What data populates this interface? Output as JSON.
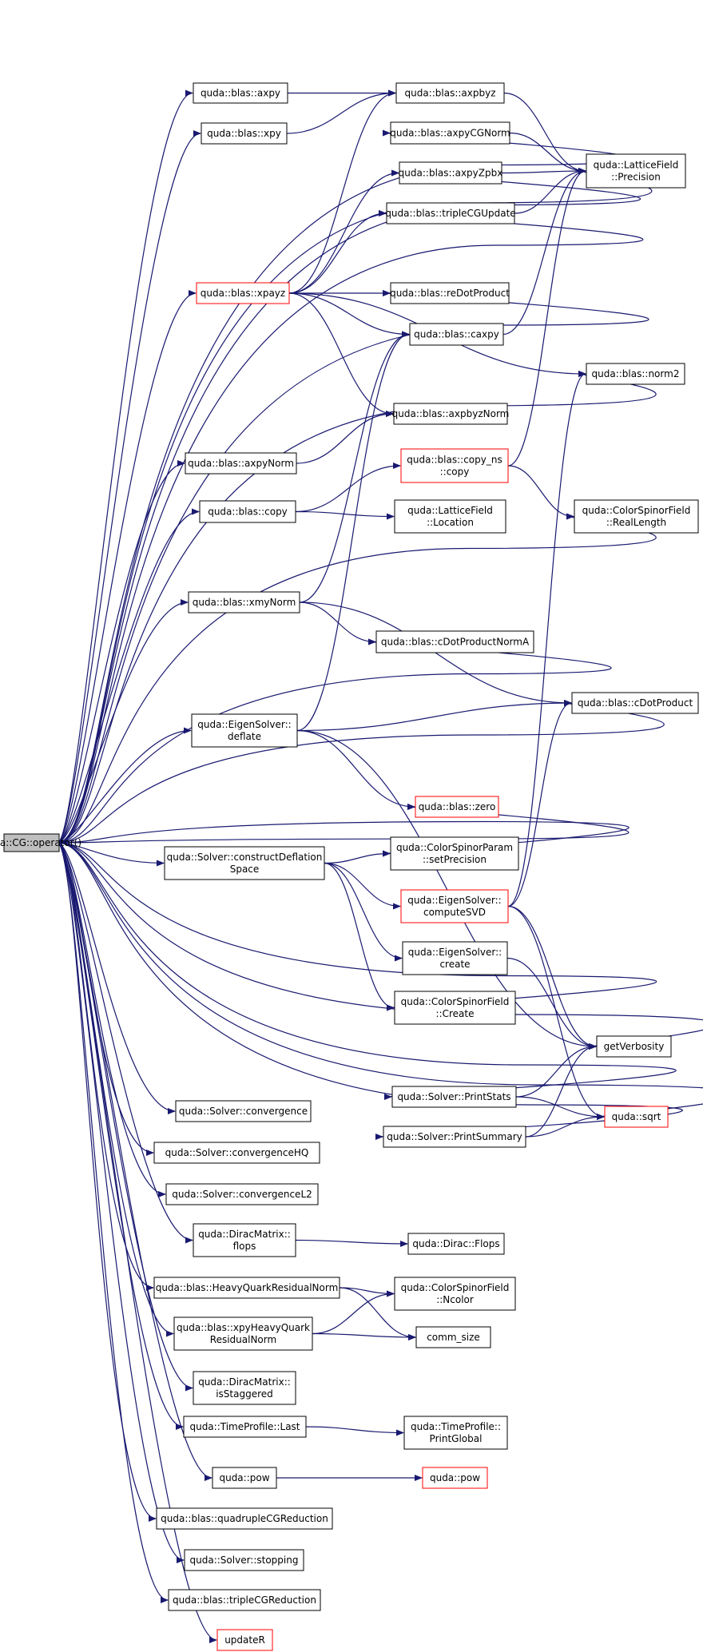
{
  "diagram": {
    "title": "",
    "nodes": [
      {
        "id": "root",
        "lines": [
          "quda::CG::operator()"
        ],
        "style": "root"
      },
      {
        "id": "axpy",
        "lines": [
          "quda::blas::axpy"
        ]
      },
      {
        "id": "xpy",
        "lines": [
          "quda::blas::xpy"
        ]
      },
      {
        "id": "xpayz",
        "lines": [
          "quda::blas::xpayz"
        ],
        "style": "red"
      },
      {
        "id": "axpyNorm",
        "lines": [
          "quda::blas::axpyNorm"
        ]
      },
      {
        "id": "copy",
        "lines": [
          "quda::blas::copy"
        ]
      },
      {
        "id": "xmyNorm",
        "lines": [
          "quda::blas::xmyNorm"
        ]
      },
      {
        "id": "deflate",
        "lines": [
          "quda::EigenSolver::",
          "deflate"
        ]
      },
      {
        "id": "cds",
        "lines": [
          "quda::Solver::constructDeflation",
          "Space"
        ]
      },
      {
        "id": "convergence",
        "lines": [
          "quda::Solver::convergence"
        ]
      },
      {
        "id": "convergenceHQ",
        "lines": [
          "quda::Solver::convergenceHQ"
        ]
      },
      {
        "id": "convergenceL2",
        "lines": [
          "quda::Solver::convergenceL2"
        ]
      },
      {
        "id": "flops",
        "lines": [
          "quda::DiracMatrix::",
          "flops"
        ]
      },
      {
        "id": "hqrn",
        "lines": [
          "quda::blas::HeavyQuarkResidualNorm"
        ]
      },
      {
        "id": "xpyhq",
        "lines": [
          "quda::blas::xpyHeavyQuark",
          "ResidualNorm"
        ]
      },
      {
        "id": "isStag",
        "lines": [
          "quda::DiracMatrix::",
          "isStaggered"
        ]
      },
      {
        "id": "tpLast",
        "lines": [
          "quda::TimeProfile::Last"
        ]
      },
      {
        "id": "pow1",
        "lines": [
          "quda::pow"
        ]
      },
      {
        "id": "quadCG",
        "lines": [
          "quda::blas::quadrupleCGReduction"
        ]
      },
      {
        "id": "stopping",
        "lines": [
          "quda::Solver::stopping"
        ]
      },
      {
        "id": "tripleRed",
        "lines": [
          "quda::blas::tripleCGReduction"
        ]
      },
      {
        "id": "updateR",
        "lines": [
          "updateR"
        ],
        "style": "red"
      },
      {
        "id": "axpbyz",
        "lines": [
          "quda::blas::axpbyz"
        ]
      },
      {
        "id": "axpyCGNorm",
        "lines": [
          "quda::blas::axpyCGNorm"
        ]
      },
      {
        "id": "axpyZpbx",
        "lines": [
          "quda::blas::axpyZpbx"
        ]
      },
      {
        "id": "tripleCGUpdate",
        "lines": [
          "quda::blas::tripleCGUpdate"
        ]
      },
      {
        "id": "reDot",
        "lines": [
          "quda::blas::reDotProduct"
        ]
      },
      {
        "id": "caxpy",
        "lines": [
          "quda::blas::caxpy"
        ]
      },
      {
        "id": "axpbyzNorm",
        "lines": [
          "quda::blas::axpbyzNorm"
        ]
      },
      {
        "id": "copyns",
        "lines": [
          "quda::blas::copy_ns",
          "::copy"
        ],
        "style": "red"
      },
      {
        "id": "lfLoc",
        "lines": [
          "quda::LatticeField",
          "::Location"
        ]
      },
      {
        "id": "cDotNormA",
        "lines": [
          "quda::blas::cDotProductNormA"
        ]
      },
      {
        "id": "zero",
        "lines": [
          "quda::blas::zero"
        ],
        "style": "red"
      },
      {
        "id": "setPrec",
        "lines": [
          "quda::ColorSpinorParam",
          "::setPrecision"
        ]
      },
      {
        "id": "svd",
        "lines": [
          "quda::EigenSolver::",
          "computeSVD"
        ],
        "style": "red"
      },
      {
        "id": "esCreate",
        "lines": [
          "quda::EigenSolver::",
          "create"
        ]
      },
      {
        "id": "csfCreate",
        "lines": [
          "quda::ColorSpinorField",
          "::Create"
        ]
      },
      {
        "id": "printStats",
        "lines": [
          "quda::Solver::PrintStats"
        ]
      },
      {
        "id": "printSummary",
        "lines": [
          "quda::Solver::PrintSummary"
        ]
      },
      {
        "id": "diracFlops",
        "lines": [
          "quda::Dirac::Flops"
        ]
      },
      {
        "id": "ncolor",
        "lines": [
          "quda::ColorSpinorField",
          "::Ncolor"
        ]
      },
      {
        "id": "commSize",
        "lines": [
          "comm_size"
        ]
      },
      {
        "id": "printGlobal",
        "lines": [
          "quda::TimeProfile::",
          "PrintGlobal"
        ]
      },
      {
        "id": "pow2",
        "lines": [
          "quda::pow"
        ],
        "style": "red"
      },
      {
        "id": "lfPrec",
        "lines": [
          "quda::LatticeField",
          "::Precision"
        ]
      },
      {
        "id": "norm2",
        "lines": [
          "quda::blas::norm2"
        ]
      },
      {
        "id": "realLength",
        "lines": [
          "quda::ColorSpinorField",
          "::RealLength"
        ]
      },
      {
        "id": "cDot",
        "lines": [
          "quda::blas::cDotProduct"
        ]
      },
      {
        "id": "getVerbosity",
        "lines": [
          "getVerbosity"
        ]
      },
      {
        "id": "sqrt",
        "lines": [
          "quda::sqrt"
        ],
        "style": "red"
      }
    ],
    "edges": [
      [
        "root",
        "axpy"
      ],
      [
        "root",
        "xpy"
      ],
      [
        "root",
        "xpayz"
      ],
      [
        "root",
        "axpyNorm"
      ],
      [
        "root",
        "copy"
      ],
      [
        "root",
        "xmyNorm"
      ],
      [
        "root",
        "deflate"
      ],
      [
        "root",
        "cds"
      ],
      [
        "root",
        "convergence"
      ],
      [
        "root",
        "convergenceHQ"
      ],
      [
        "root",
        "convergenceL2"
      ],
      [
        "root",
        "flops"
      ],
      [
        "root",
        "hqrn"
      ],
      [
        "root",
        "xpyhq"
      ],
      [
        "root",
        "isStag"
      ],
      [
        "root",
        "tpLast"
      ],
      [
        "root",
        "pow1"
      ],
      [
        "root",
        "quadCG"
      ],
      [
        "root",
        "stopping"
      ],
      [
        "root",
        "tripleRed"
      ],
      [
        "root",
        "updateR"
      ],
      [
        "root",
        "lfPrec"
      ],
      [
        "root",
        "axpyCGNorm"
      ],
      [
        "root",
        "axpyZpbx"
      ],
      [
        "root",
        "tripleCGUpdate"
      ],
      [
        "root",
        "reDot"
      ],
      [
        "root",
        "norm2"
      ],
      [
        "root",
        "realLength"
      ],
      [
        "root",
        "cDotNormA"
      ],
      [
        "root",
        "cDot"
      ],
      [
        "root",
        "zero"
      ],
      [
        "root",
        "setPrec"
      ],
      [
        "root",
        "csfCreate"
      ],
      [
        "root",
        "getVerbosity"
      ],
      [
        "root",
        "printStats"
      ],
      [
        "root",
        "printSummary"
      ],
      [
        "root",
        "sqrt"
      ],
      [
        "axpy",
        "axpbyz"
      ],
      [
        "xpy",
        "axpbyz"
      ],
      [
        "xpayz",
        "axpbyz"
      ],
      [
        "xpayz",
        "axpyZpbx"
      ],
      [
        "xpayz",
        "tripleCGUpdate"
      ],
      [
        "xpayz",
        "reDot"
      ],
      [
        "xpayz",
        "caxpy"
      ],
      [
        "xpayz",
        "axpbyzNorm"
      ],
      [
        "xpayz",
        "norm2"
      ],
      [
        "axpyNorm",
        "axpbyzNorm"
      ],
      [
        "copy",
        "copyns"
      ],
      [
        "copy",
        "lfLoc"
      ],
      [
        "xmyNorm",
        "caxpy"
      ],
      [
        "xmyNorm",
        "cDotNormA"
      ],
      [
        "xmyNorm",
        "cDot"
      ],
      [
        "deflate",
        "caxpy"
      ],
      [
        "deflate",
        "cDot"
      ],
      [
        "deflate",
        "zero"
      ],
      [
        "deflate",
        "getVerbosity"
      ],
      [
        "cds",
        "setPrec"
      ],
      [
        "cds",
        "svd"
      ],
      [
        "cds",
        "esCreate"
      ],
      [
        "cds",
        "csfCreate"
      ],
      [
        "flops",
        "diracFlops"
      ],
      [
        "hqrn",
        "ncolor"
      ],
      [
        "hqrn",
        "commSize"
      ],
      [
        "xpyhq",
        "ncolor"
      ],
      [
        "xpyhq",
        "commSize"
      ],
      [
        "tpLast",
        "printGlobal"
      ],
      [
        "pow1",
        "pow2"
      ],
      [
        "axpbyz",
        "lfPrec"
      ],
      [
        "axpyCGNorm",
        "lfPrec"
      ],
      [
        "axpyZpbx",
        "lfPrec"
      ],
      [
        "tripleCGUpdate",
        "lfPrec"
      ],
      [
        "caxpy",
        "lfPrec"
      ],
      [
        "copyns",
        "lfPrec"
      ],
      [
        "copyns",
        "realLength"
      ],
      [
        "svd",
        "norm2"
      ],
      [
        "svd",
        "cDot"
      ],
      [
        "svd",
        "getVerbosity"
      ],
      [
        "svd",
        "sqrt"
      ],
      [
        "esCreate",
        "getVerbosity"
      ],
      [
        "printStats",
        "getVerbosity"
      ],
      [
        "printStats",
        "sqrt"
      ],
      [
        "printSummary",
        "getVerbosity"
      ],
      [
        "printSummary",
        "sqrt"
      ]
    ]
  }
}
